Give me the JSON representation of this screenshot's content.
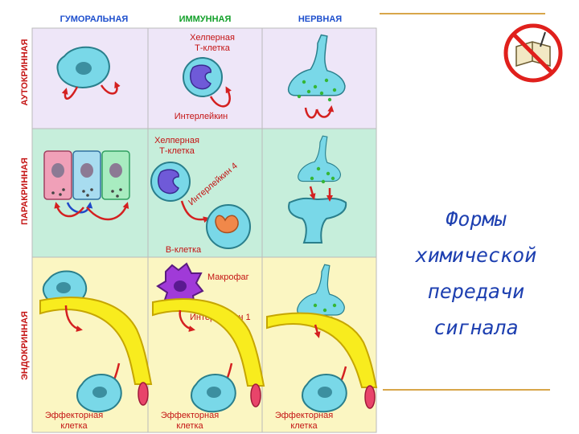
{
  "columns": [
    "ГУМОРАЛЬНАЯ",
    "ИММУННАЯ",
    "НЕРВНАЯ"
  ],
  "rows": [
    "АУТОКРИННАЯ",
    "ПАРАКРИННАЯ",
    "ЭНДОКРИННАЯ"
  ],
  "labels": {
    "helper_t_line1": "Хелперная",
    "helper_t_line2": "Т-клетка",
    "interleukin": "Интерлейкин",
    "interleukin4": "Интерлейкин 4",
    "b_cell": "В-клетка",
    "macrophage": "Макрофаг",
    "interleukin1": "Интерлейкин 1",
    "effector_line1": "Эффекторная",
    "effector_line2": "клетка"
  },
  "title_lines": [
    "Формы",
    "химической",
    "передачи",
    "сигнала"
  ],
  "colors": {
    "autocrine_bg": "#eee6f8",
    "paracrine_bg": "#c6eedb",
    "endocrine_bg": "#fbf6c2",
    "cell_fill": "#79d8e8",
    "arrow_red": "#d42020",
    "title_blue": "#1d3fb0",
    "rule_gold": "#d8a64a",
    "vessel_yellow": "#f8ec1e"
  },
  "icons": [
    "no-book-icon"
  ]
}
